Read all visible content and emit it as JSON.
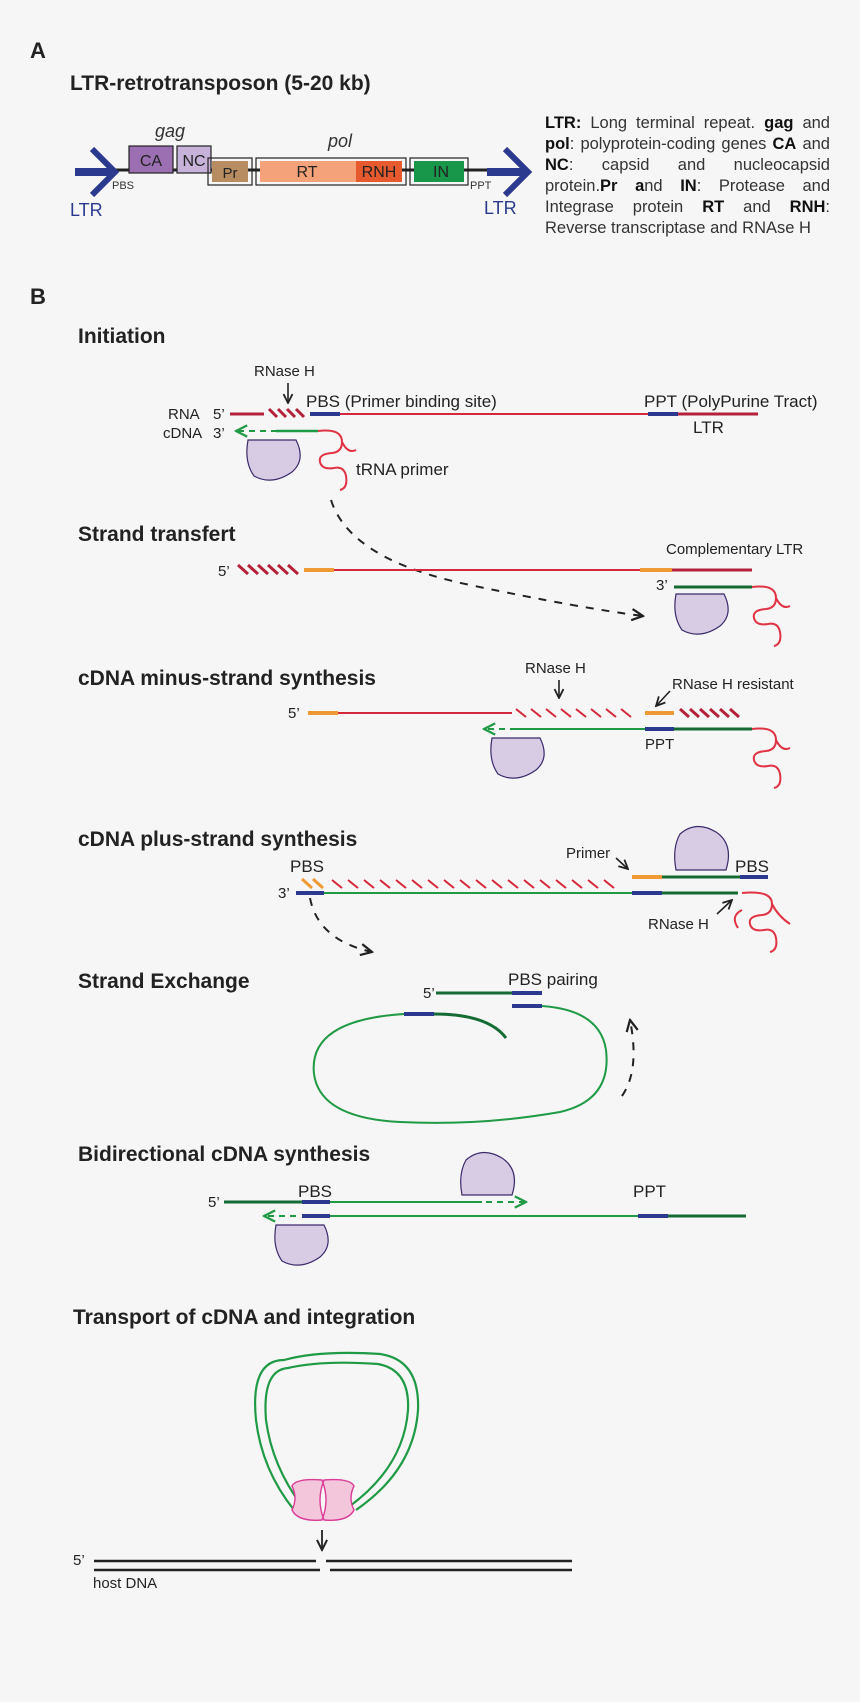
{
  "panel_a": {
    "letter": "A",
    "title": "LTR-retrotransposon (5-20 kb)",
    "gag_label": "gag",
    "pol_label": "pol",
    "boxes": {
      "ca": "CA",
      "nc": "NC",
      "pr": "Pr",
      "rt": "RT",
      "rnh": "RNH",
      "in": "IN"
    },
    "ltr_left": "LTR",
    "ltr_right": "LTR",
    "pbs_small": "PBS",
    "ppt_small": "PPT",
    "legend": [
      {
        "b": "LTR:",
        "t": " Long terminal repeat. "
      },
      {
        "b": "gag",
        "t": " and "
      },
      {
        "b": "pol",
        "t": ": polyprotein-coding genes "
      },
      {
        "b": "CA",
        "t": " and "
      },
      {
        "b": "NC",
        "t": ": capsid and nucleocapsid protein."
      },
      {
        "b": "Pr",
        "t": " "
      },
      {
        "b": "a",
        "t": "nd "
      },
      {
        "b": "IN",
        "t": ": Protease and Integrase protein "
      },
      {
        "b": "RT",
        "t": " and "
      },
      {
        "b": "RNH",
        "t": ": Reverse transcriptase and RNAse H"
      }
    ]
  },
  "panel_b": {
    "letter": "B",
    "initiation": {
      "title": "Initiation",
      "rnaseh": "RNase H",
      "pbs": "PBS (Primer binding site)",
      "ppt": "PPT (PolyPurine Tract)",
      "ltr": "LTR",
      "rna": "RNA",
      "cdna": "cDNA",
      "five": "5’",
      "three": "3’",
      "trna": "tRNA primer"
    },
    "strand_transfer": {
      "title": "Strand transfert",
      "five": "5’",
      "three": "3’",
      "comp_ltr": "Complementary LTR"
    },
    "minus": {
      "title": "cDNA minus-strand synthesis",
      "rnaseh": "RNase H",
      "resistant": "RNase H resistant",
      "five": "5’",
      "ppt": "PPT"
    },
    "plus": {
      "title": "cDNA plus-strand synthesis",
      "pbs_left": "PBS",
      "pbs_right": "PBS",
      "primer": "Primer",
      "three": "3’",
      "rnaseh": "RNase H"
    },
    "exchange": {
      "title": "Strand Exchange",
      "five": "5’",
      "pairing": "PBS pairing"
    },
    "bidirectional": {
      "title": "Bidirectional cDNA synthesis",
      "five": "5’",
      "pbs": "PBS",
      "ppt": "PPT"
    },
    "transport": {
      "title": "Transport of cDNA and integration",
      "five": "5’",
      "host": "host DNA"
    }
  },
  "colors": {
    "rna_red": "#d5283a",
    "dark_red": "#b5213a",
    "green": "#1f9a45",
    "dark_green": "#146b34",
    "blue": "#2b3a8f",
    "orange": "#ef9a35",
    "enzyme": "#d8cce4",
    "integrase": "#f4c6dc",
    "ca": "#9b6fb2",
    "nc": "#c7b3d9",
    "pr": "#b78c60",
    "rt": "#f4a27a",
    "rnh": "#e65a2e",
    "in": "#18964a"
  }
}
